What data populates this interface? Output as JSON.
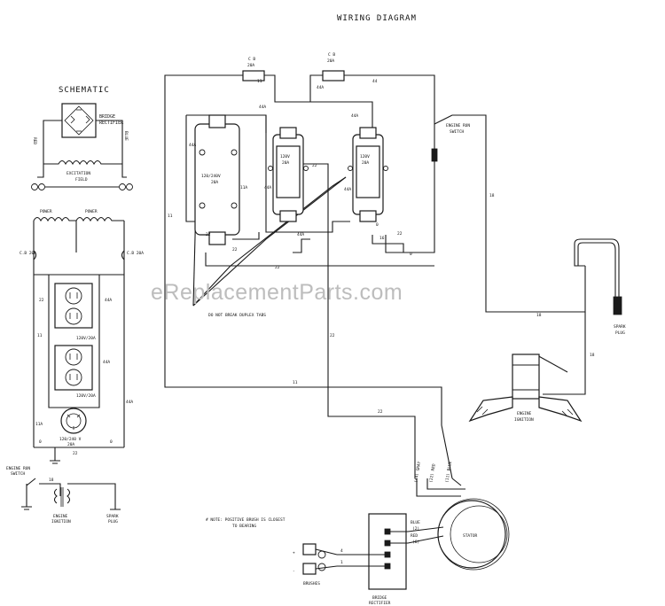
{
  "title": "WIRING DIAGRAM",
  "watermark": "eReplacementParts.com",
  "schematic": {
    "title": "SCHEMATIC",
    "bridge_label": "BRIDGE",
    "rectifier_label": "RECTIFIER",
    "red": "RED",
    "blue": "BLUE",
    "excitation": "EXCITATION",
    "field": "FIELD",
    "power_1": "POWER",
    "power_2": "POWER",
    "cb_left": "C.B 20A",
    "cb_right": "C.B 20A",
    "w22": "22",
    "w44a": "44A",
    "w11": "11",
    "w11a": "11A",
    "w22b": "22",
    "w0": "0",
    "w0b": "0",
    "w44a_b": "44A",
    "w44a_c": "44A",
    "outlet_1": "120V/20A",
    "outlet_2": "120V/20A",
    "outlet_3_a": "120/240 V",
    "outlet_3_b": "20A",
    "engine_run_switch_a": "ENGINE RUN",
    "engine_run_switch_b": "SWITCH",
    "w18": "18",
    "engine_ignition_a": "ENGINE",
    "engine_ignition_b": "IGNITION",
    "spark_plug_a": "SPARK",
    "spark_plug_b": "PLUG"
  },
  "wiring": {
    "cb1_a": "C B",
    "cb1_b": "20A",
    "cb2_a": "C B",
    "cb2_b": "20A",
    "outlet_main_a": "120/240V",
    "outlet_main_b": "20A",
    "outlet_mid_a": "120V",
    "outlet_mid_b": "20A",
    "outlet_right_a": "120V",
    "outlet_right_b": "20A",
    "w44a_1": "44A",
    "w44a_2": "44A",
    "w44a_3": "44A",
    "w44a_4": "44A",
    "w44a_5": "44A",
    "w44a_6": "44A",
    "w44a_7": "44A",
    "w44_1": "44",
    "w11_1": "11",
    "w11_2": "11",
    "w11_3": "11",
    "w11a_1": "11A",
    "w22_1": "22",
    "w22_2": "22",
    "w22_3": "22",
    "w22_4": "22",
    "w22_5": "22",
    "w22_6": "22",
    "w22_7": "22",
    "w0_1": "0",
    "w0_2": "0",
    "w18_1": "18",
    "w18_2": "18",
    "w18_3": "18",
    "w16_1": "16",
    "engine_run_switch_a": "ENGINE RUN",
    "engine_run_switch_b": "SWITCH",
    "break_tabs": "DO NOT BREAK DUPLEX TABS",
    "spark_plug_a": "SPARK",
    "spark_plug_b": "PLUG",
    "engine_ignition_a": "ENGINE",
    "engine_ignition_b": "IGNITION",
    "lead_gray": "(44) GRAY",
    "lead_red": "(22) RED",
    "lead_blue": "(11) BLUE",
    "stator": "STATOR",
    "note_a": "# NOTE: POSITIVE BRUSH IS CLOSEST",
    "note_b": "TO BEARING",
    "rect_blue": "BLUE",
    "rect_blue_n": "(2)",
    "rect_red": "RED",
    "rect_red_n": "(6)",
    "plus": "+",
    "minus": "-",
    "brush_4": "4",
    "brush_1": "1",
    "brushes": "BRUSHES",
    "bridge_a": "BRIDGE",
    "bridge_b": "RECTIFIER"
  }
}
